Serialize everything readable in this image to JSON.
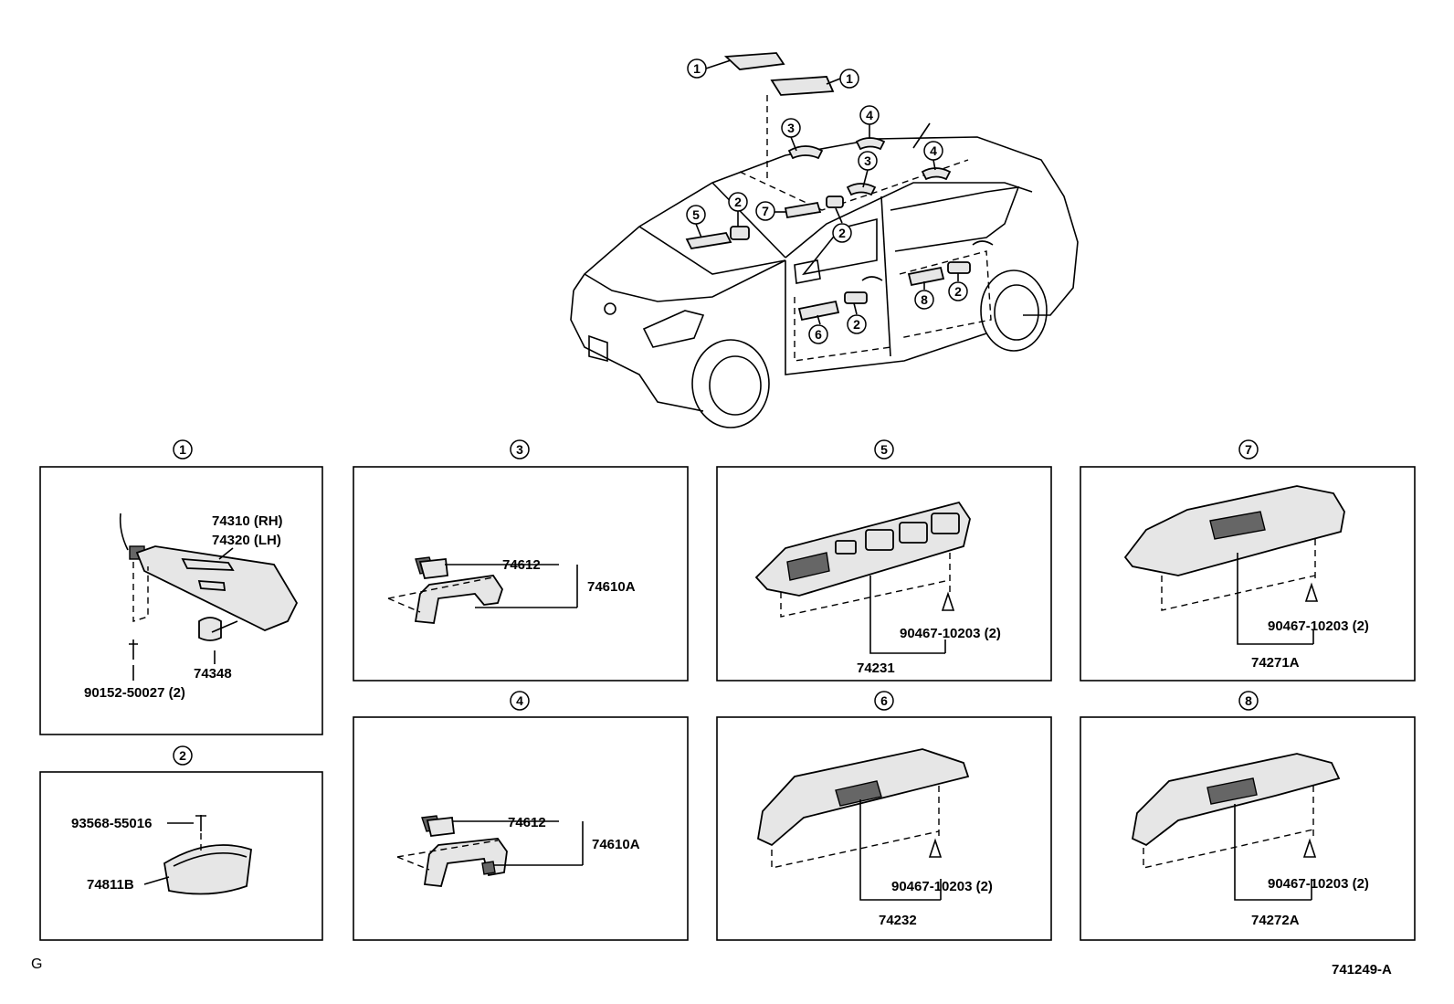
{
  "marks": [
    "1",
    "2",
    "3",
    "4",
    "5",
    "6",
    "7",
    "8"
  ],
  "panel1": {
    "mark": "1",
    "part_rh": "74310 (RH)",
    "part_lh": "74320 (LH)",
    "clip": "74348",
    "screw": "90152-50027 (2)"
  },
  "panel2": {
    "mark": "2",
    "screw": "93568-55016",
    "cup": "74811B"
  },
  "panel3": {
    "mark": "3",
    "bracket": "74612",
    "assembly": "74610A"
  },
  "panel4": {
    "mark": "4",
    "bracket": "74612",
    "assembly": "74610A"
  },
  "panel5": {
    "mark": "5",
    "clip": "90467-10203 (2)",
    "part": "74231"
  },
  "panel6": {
    "mark": "6",
    "clip": "90467-10203 (2)",
    "part": "74232"
  },
  "panel7": {
    "mark": "7",
    "clip": "90467-10203 (2)",
    "part": "74271A"
  },
  "panel8": {
    "mark": "8",
    "clip": "90467-10203 (2)",
    "part": "74272A"
  },
  "footer": {
    "corner_code": "G",
    "diagram_id": "741249-A"
  }
}
